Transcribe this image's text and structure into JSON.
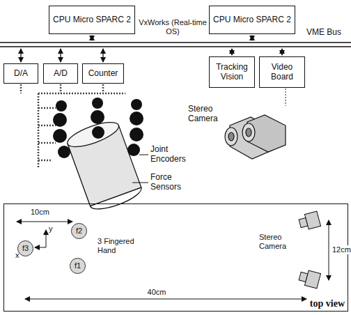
{
  "diagram": {
    "nodes": [
      {
        "text": [
          "CPU Micro SPARC 2"
        ]
      },
      {
        "text": [
          "CPU Micro SPARC 2"
        ]
      },
      {
        "text": [
          "D/A"
        ]
      },
      {
        "text": [
          "A/D"
        ]
      },
      {
        "text": [
          "Counter"
        ]
      },
      {
        "text": [
          "Tracking Vision"
        ]
      },
      {
        "text": [
          "Video Board"
        ]
      },
      {
        "text": [
          "top view"
        ]
      },
      {
        "text": [
          "f2"
        ],
        "in": 7
      },
      {
        "text": [
          "f3"
        ],
        "in": 7
      },
      {
        "text": [
          "f1"
        ],
        "in": 7
      }
    ],
    "labels": [
      "VxWorks (Real-time OS)",
      "VME Bus",
      "Joint Encoders",
      "Force Sensors",
      "Stereo Camera",
      "10cm",
      "y",
      "x",
      "3 Fingered Hand",
      "Stereo Camera",
      "12cm",
      "40cm"
    ]
  }
}
